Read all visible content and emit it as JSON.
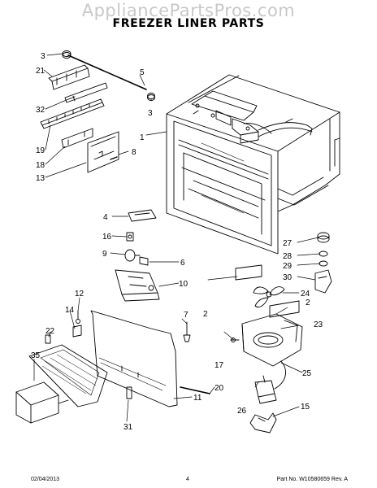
{
  "watermark": "AppliancePartsPros.com",
  "title": "FREEZER LINER PARTS",
  "callouts": {
    "c1": "1",
    "c2a": "2",
    "c2b": "2",
    "c3a": "3",
    "c3b": "3",
    "c4": "4",
    "c5": "5",
    "c6": "6",
    "c7": "7",
    "c8": "8",
    "c9": "9",
    "c10": "10",
    "c11": "11",
    "c12": "12",
    "c13": "13",
    "c14": "14",
    "c15": "15",
    "c16": "16",
    "c17": "17",
    "c18": "18",
    "c19": "19",
    "c20": "20",
    "c21": "21",
    "c22": "22",
    "c23": "23",
    "c24": "24",
    "c25": "25",
    "c26": "26",
    "c27": "27",
    "c28": "28",
    "c29": "29",
    "c30": "30",
    "c31": "31",
    "c32": "32",
    "c35": "35"
  },
  "footer": {
    "date": "02/04/2013",
    "page": "4",
    "part": "Part No.  W10580659  Rev.  A"
  }
}
